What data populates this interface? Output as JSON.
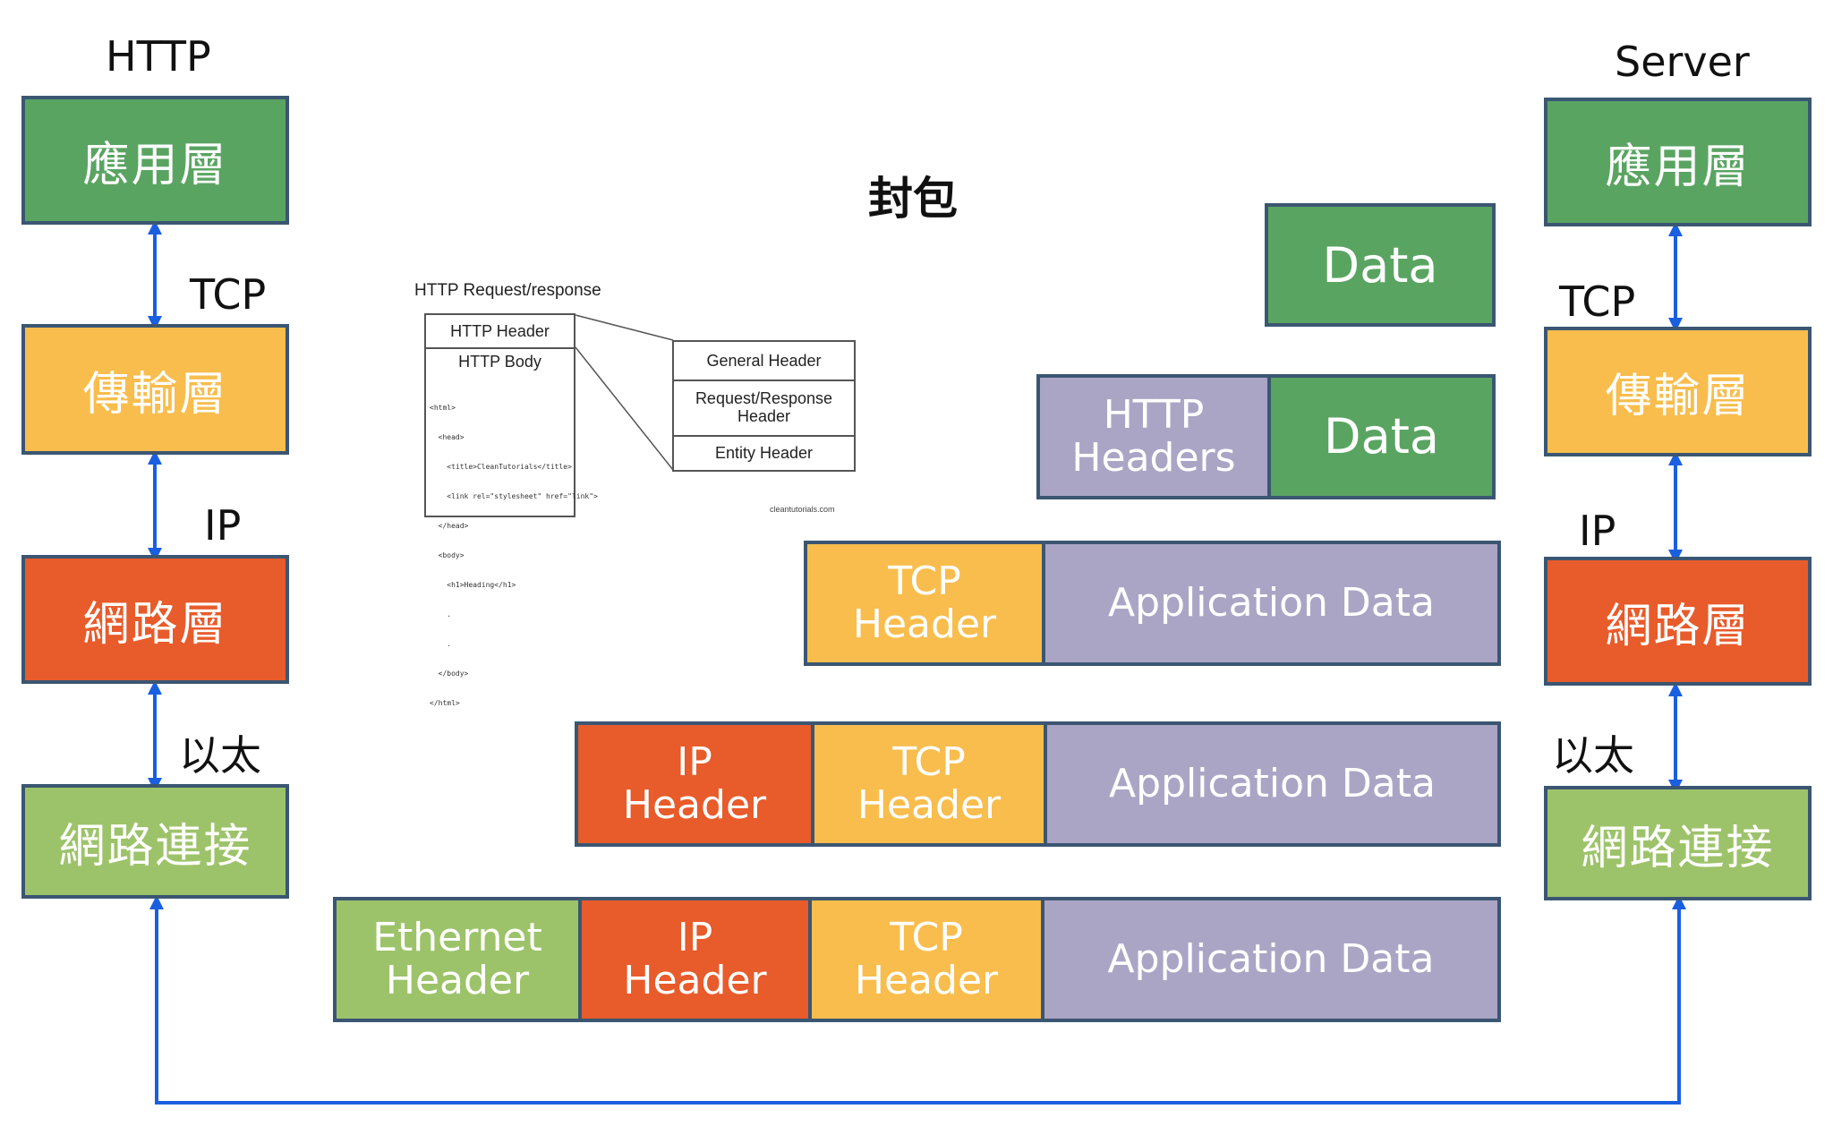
{
  "left_stack": {
    "title": "HTTP",
    "app": "應用層",
    "transport": "傳輸層",
    "network": "網路層",
    "link": "網路連接",
    "label_tcp": "TCP",
    "label_ip": "IP",
    "label_eth": "以太"
  },
  "right_stack": {
    "title": "Server",
    "app": "應用層",
    "transport": "傳輸層",
    "network": "網路層",
    "link": "網路連接",
    "label_tcp": "TCP",
    "label_ip": "IP",
    "label_eth": "以太"
  },
  "encapsulation": {
    "title": "封包",
    "row1": {
      "data": "Data"
    },
    "row2": {
      "http_headers": "HTTP\nHeaders",
      "data": "Data"
    },
    "row3": {
      "tcp_header": "TCP\nHeader",
      "app_data": "Application Data"
    },
    "row4": {
      "ip_header": "IP\nHeader",
      "tcp_header": "TCP\nHeader",
      "app_data": "Application Data"
    },
    "row5": {
      "eth_header": "Ethernet\nHeader",
      "ip_header": "IP\nHeader",
      "tcp_header": "TCP\nHeader",
      "app_data": "Application Data"
    }
  },
  "http_figure": {
    "title": "HTTP Request/response",
    "http_header": "HTTP Header",
    "http_body": "HTTP Body",
    "code_lines": [
      "<html>",
      "  <head>",
      "    <title>CleanTutorials</title>",
      "    <link rel=\"stylesheet\" href=\"link\">",
      "  </head>",
      "  <body>",
      "    <h1>Heading</h1>",
      "    .",
      "    .",
      "  </body>",
      "</html>"
    ],
    "general_header": "General Header",
    "req_resp_header": "Request/Response\nHeader",
    "entity_header": "Entity Header",
    "credit": "cleantutorials.com"
  },
  "colors": {
    "application": "#5aa462",
    "transport": "#f8bd4d",
    "network": "#e85b2b",
    "link": "#9dc36a",
    "payload": "#aba5c5",
    "border": "#3b5672",
    "arrow": "#1a5fe0"
  }
}
